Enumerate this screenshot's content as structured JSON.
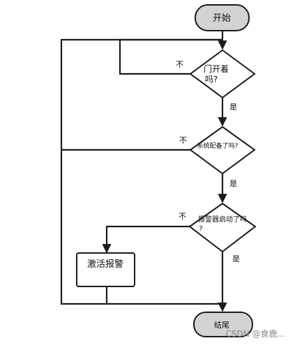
{
  "flowchart": {
    "start_label": "开始",
    "end_label": "结尾",
    "decisions": [
      {
        "line1": "门开着",
        "line2": "吗?",
        "color": "#111111"
      },
      {
        "line1": "系统配备了吗?",
        "line2": "",
        "color": "#c0392b"
      },
      {
        "line1": "报警器启动了吗",
        "line2": "?",
        "color": "#c0392b"
      }
    ],
    "yes_label": "是",
    "no_label": "不",
    "process_label": "激活报警",
    "process_color": "#2f3fa6"
  },
  "watermark": "CSDN @食鹿..."
}
